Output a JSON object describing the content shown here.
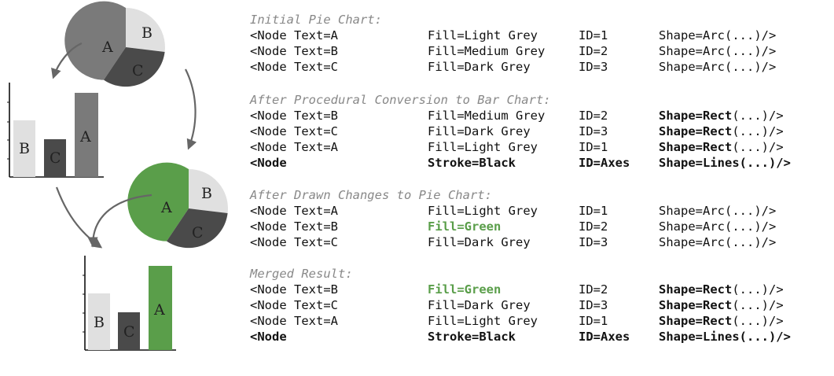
{
  "colors": {
    "light_grey": "#e0e0e0",
    "medium_grey": "#7a7a7a",
    "dark_grey": "#4a4a4a",
    "green": "#5a9e4a"
  },
  "figure": {
    "pie_labels": [
      "A",
      "B",
      "C"
    ],
    "bar_labels": [
      "B",
      "C",
      "A"
    ]
  },
  "sections": [
    {
      "caption": "Initial Pie Chart:",
      "rows": [
        [
          "<Node Text=A",
          "Fill=Light Grey",
          "ID=1",
          "Shape=Arc(...)/>"
        ],
        [
          "<Node Text=B",
          "Fill=Medium Grey",
          "ID=2",
          "Shape=Arc(...)/>"
        ],
        [
          "<Node Text=C",
          "Fill=Dark Grey",
          "ID=3",
          "Shape=Arc(...)/>"
        ]
      ]
    },
    {
      "caption": "After Procedural Conversion to Bar Chart:",
      "rows": [
        [
          "<Node Text=B",
          "Fill=Medium Grey",
          "ID=2",
          "Shape=Rect",
          "(...)/>"
        ],
        [
          "<Node Text=C",
          "Fill=Dark Grey",
          "ID=3",
          "Shape=Rect",
          "(...)/>"
        ],
        [
          "<Node Text=A",
          "Fill=Light Grey",
          "ID=1",
          "Shape=Rect",
          "(...)/>"
        ],
        [
          "<Node",
          "Stroke=Black",
          "ID=Axes",
          "Shape=Lines(...)/>"
        ]
      ]
    },
    {
      "caption": "After Drawn Changes to Pie Chart:",
      "rows": [
        [
          "<Node Text=A",
          "Fill=Light Grey",
          "ID=1",
          "Shape=Arc(...)/>"
        ],
        [
          "<Node Text=B",
          "Fill=Green",
          "ID=2",
          "Shape=Arc(...)/>"
        ],
        [
          "<Node Text=C",
          "Fill=Dark Grey",
          "ID=3",
          "Shape=Arc(...)/>"
        ]
      ]
    },
    {
      "caption": "Merged Result:",
      "rows": [
        [
          "<Node Text=B",
          "Fill=Green",
          "ID=2",
          "Shape=Rect",
          "(...)/>"
        ],
        [
          "<Node Text=C",
          "Fill=Dark Grey",
          "ID=3",
          "Shape=Rect",
          "(...)/>"
        ],
        [
          "<Node Text=A",
          "Fill=Light Grey",
          "ID=1",
          "Shape=Rect",
          "(...)/>"
        ],
        [
          "<Node",
          "Stroke=Black",
          "ID=Axes",
          "Shape=Lines(...)/>"
        ]
      ]
    }
  ]
}
